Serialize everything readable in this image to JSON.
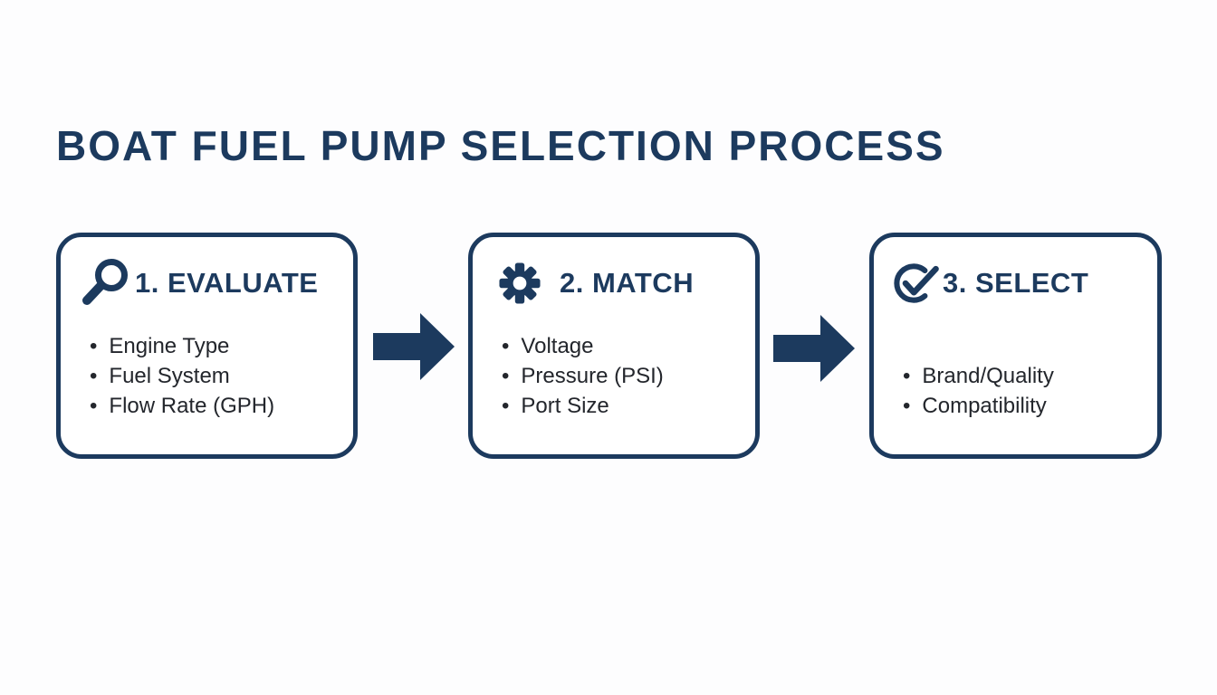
{
  "page": {
    "background_color": "#fdfdfe",
    "accent_color": "#1c3a5e",
    "body_text_color": "#23262c"
  },
  "title": "BOAT FUEL PUMP SELECTION PROCESS",
  "steps": [
    {
      "icon": "magnifier-icon",
      "heading": "1. EVALUATE",
      "items": [
        "Engine Type",
        "Fuel System",
        "Flow Rate (GPH)"
      ]
    },
    {
      "icon": "gear-icon",
      "heading": "2. MATCH",
      "items": [
        "Voltage",
        "Pressure (PSI)",
        "Port Size"
      ]
    },
    {
      "icon": "check-circle-icon",
      "heading": "3. SELECT",
      "items": [
        "Brand/Quality",
        "Compatibility"
      ]
    }
  ],
  "connectors": [
    "right-arrow",
    "right-arrow"
  ]
}
